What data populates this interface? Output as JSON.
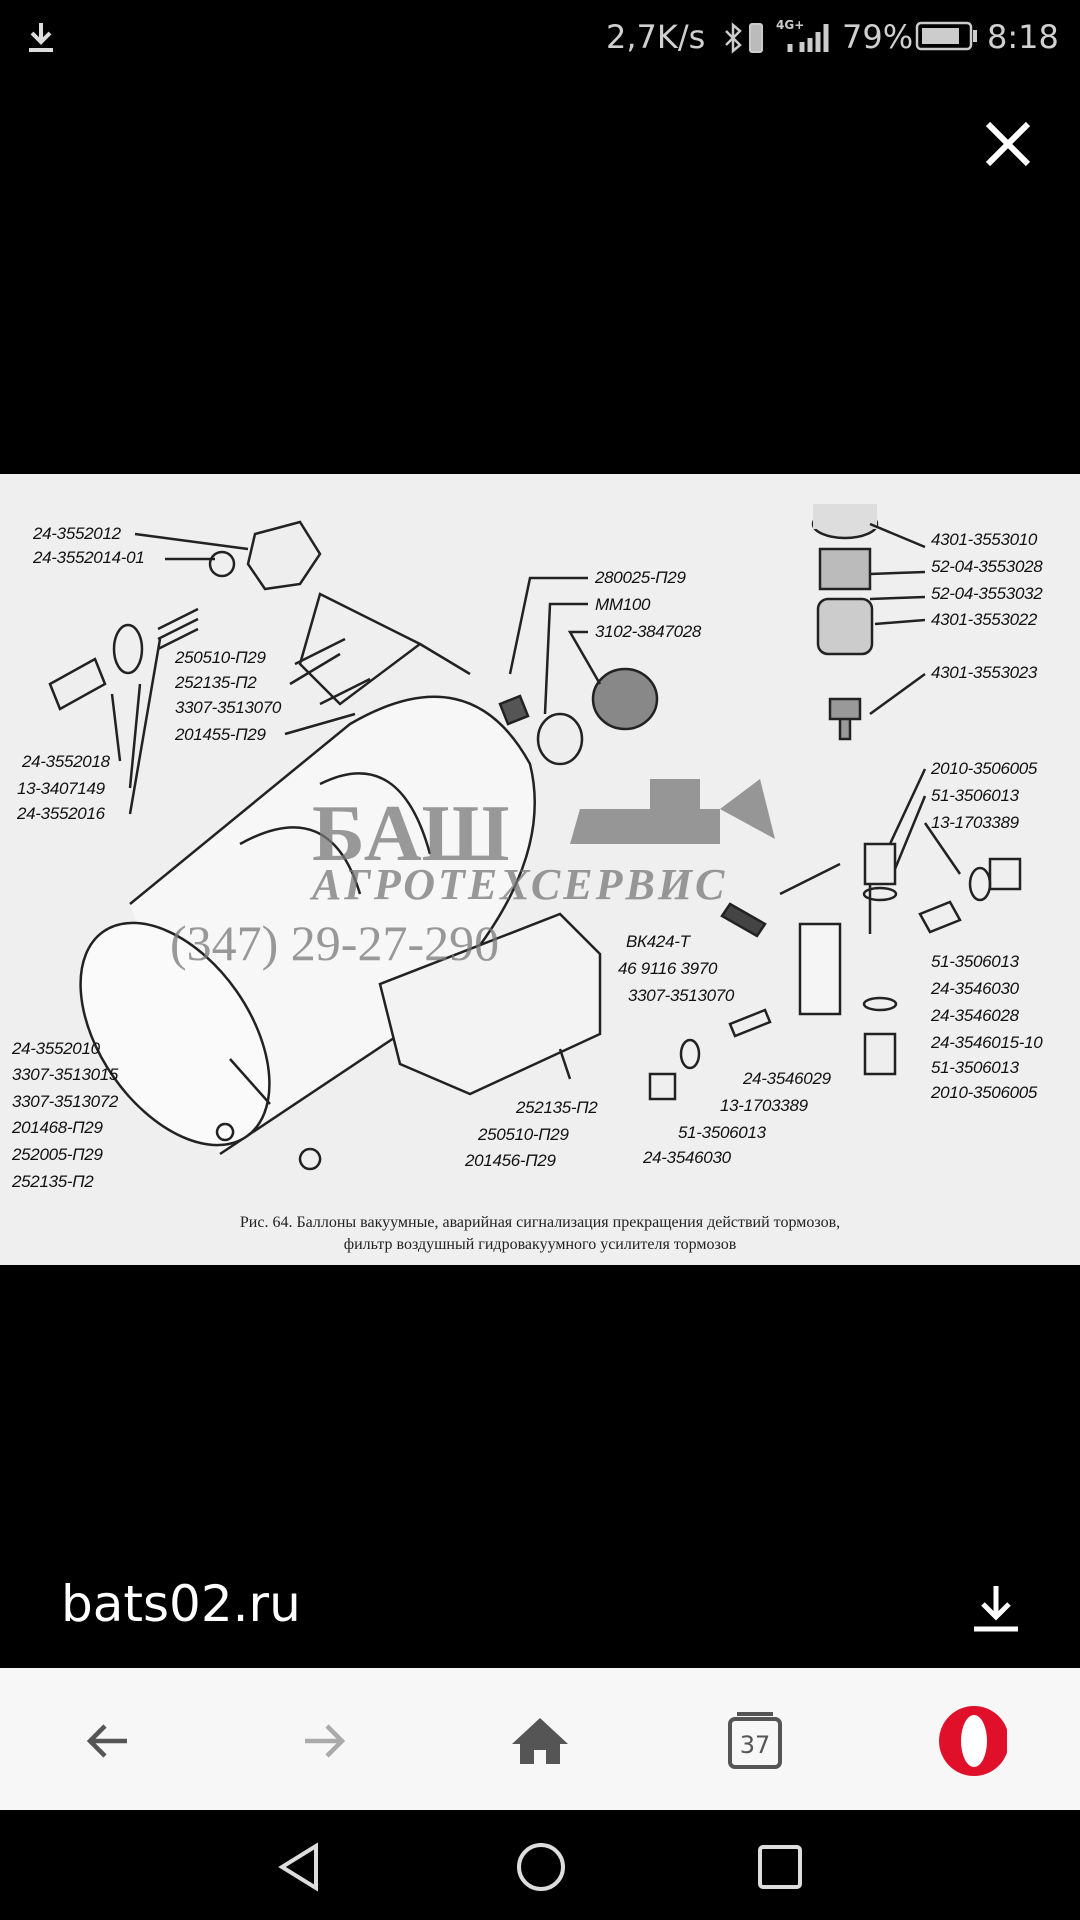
{
  "status_bar": {
    "net_speed": "2,7K/s",
    "network": "4G+",
    "battery": "79%",
    "time": "8:18"
  },
  "viewer": {
    "close_icon": "close-icon",
    "download_icon": "download-icon",
    "source": "bats02.ru"
  },
  "diagram": {
    "labels_left": [
      "24-3552012",
      "24-3552014-01",
      "250510-П29",
      "252135-П2",
      "3307-3513070",
      "201455-П29",
      "24-3552018",
      "13-3407149",
      "24-3552016"
    ],
    "labels_mid": [
      "280025-П29",
      "ММ100",
      "3102-3847028"
    ],
    "labels_filter": [
      "4301-3553010",
      "52-04-3553028",
      "52-04-3553032",
      "4301-3553022",
      "4301-3553023"
    ],
    "labels_right": [
      "2010-3506005",
      "51-3506013",
      "13-1703389",
      "51-3506013",
      "24-3546030",
      "24-3546028",
      "24-3546015-10",
      "51-3506013",
      "2010-3506005"
    ],
    "labels_switch": [
      "ВК424-Т",
      "46 9116 3970",
      "3307-3513070"
    ],
    "labels_bottom_left": [
      "24-3552010",
      "3307-3513015",
      "3307-3513072",
      "201468-П29",
      "252005-П29",
      "252135-П2"
    ],
    "labels_bottom_mid": [
      "252135-П2",
      "250510-П29",
      "201456-П29"
    ],
    "labels_bottom_right": [
      "24-3546029",
      "13-1703389",
      "51-3506013",
      "24-3546030"
    ],
    "watermark": {
      "name": "БАШ",
      "sub": "АГРОТЕХСЕРВИС",
      "phone": "(347) 29-27-290"
    },
    "caption_line1": "Рис. 64. Баллоны вакуумные, аварийная сигнализация прекращения действий тормозов,",
    "caption_line2": "фильтр воздушный гидровакуумного усилителя тормозов"
  },
  "browser": {
    "tab_count": "37",
    "buttons": [
      "back",
      "forward",
      "home",
      "tabs",
      "opera-menu"
    ]
  },
  "colors": {
    "opera_red": "#e0102a",
    "panel_bg": "#efefef"
  }
}
